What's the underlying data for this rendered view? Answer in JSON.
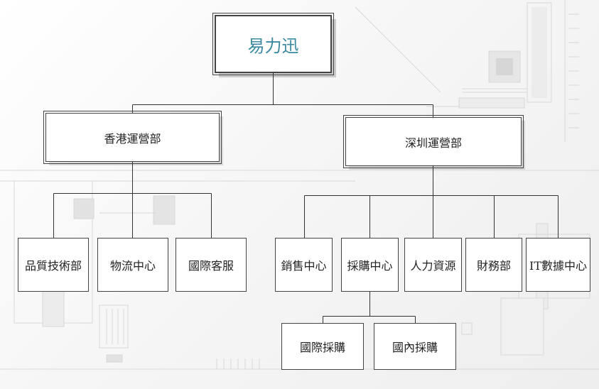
{
  "org_chart": {
    "root": {
      "label": "易力迅"
    },
    "branches": [
      {
        "label": "香港運營部",
        "children": [
          {
            "label": "品質技術部"
          },
          {
            "label": "物流中心"
          },
          {
            "label": "國際客服"
          }
        ]
      },
      {
        "label": "深圳運營部",
        "children": [
          {
            "label": "銷售中心"
          },
          {
            "label": "採購中心",
            "children": [
              {
                "label": "國際採購"
              },
              {
                "label": "國內採購"
              }
            ]
          },
          {
            "label": "人力資源"
          },
          {
            "label": "財務部"
          },
          {
            "label": "IT數據中心"
          }
        ]
      }
    ]
  },
  "colors": {
    "root_text": "#3b8aa0",
    "box_border": "#444444",
    "connector": "#333333",
    "background": "#f4f4f4"
  }
}
